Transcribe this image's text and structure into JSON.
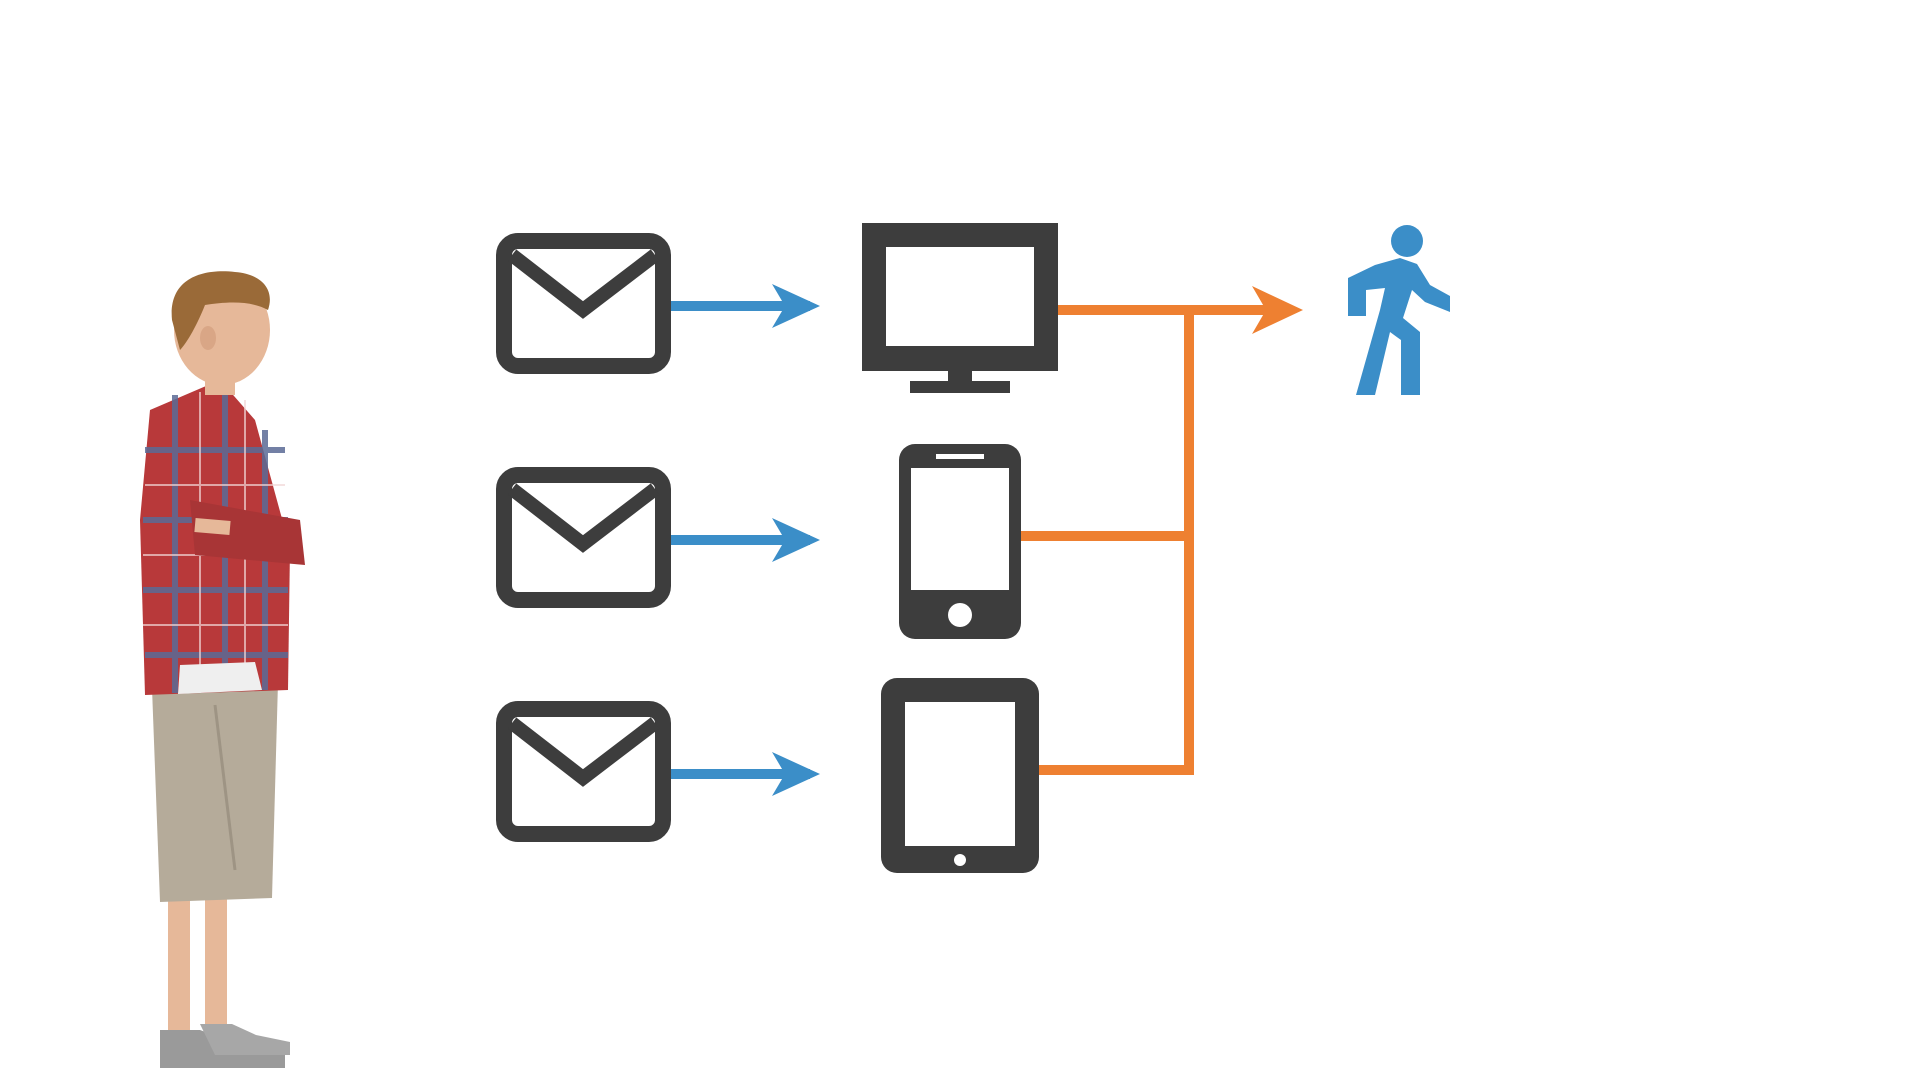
{
  "diagram": {
    "colors": {
      "background": "#ffffff",
      "icon_dark": "#3d3d3d",
      "arrow_blue": "#3b8ec8",
      "arrow_orange": "#ee8031",
      "walker_blue": "#3b8ec8",
      "shirt_red": "#b8393a",
      "shirt_blue": "#5b6b96",
      "shorts_khaki": "#b5ab9a",
      "shoes_gray": "#9a9a9a",
      "skin": "#e6b899",
      "hair": "#9a6a38"
    },
    "nodes": [
      {
        "id": "person",
        "icon": "standing-person-photo"
      },
      {
        "id": "email-1",
        "icon": "envelope-icon"
      },
      {
        "id": "email-2",
        "icon": "envelope-icon"
      },
      {
        "id": "email-3",
        "icon": "envelope-icon"
      },
      {
        "id": "desktop",
        "icon": "desktop-monitor-icon"
      },
      {
        "id": "phone",
        "icon": "smartphone-icon"
      },
      {
        "id": "tablet",
        "icon": "tablet-icon"
      },
      {
        "id": "walker",
        "icon": "walking-person-icon"
      }
    ],
    "edges": [
      {
        "from": "email-1",
        "to": "desktop",
        "color": "blue"
      },
      {
        "from": "email-2",
        "to": "phone",
        "color": "blue"
      },
      {
        "from": "email-3",
        "to": "tablet",
        "color": "blue"
      },
      {
        "from": "desktop",
        "to": "walker",
        "color": "orange"
      },
      {
        "from": "phone",
        "to": "walker",
        "color": "orange"
      },
      {
        "from": "tablet",
        "to": "walker",
        "color": "orange"
      }
    ]
  }
}
